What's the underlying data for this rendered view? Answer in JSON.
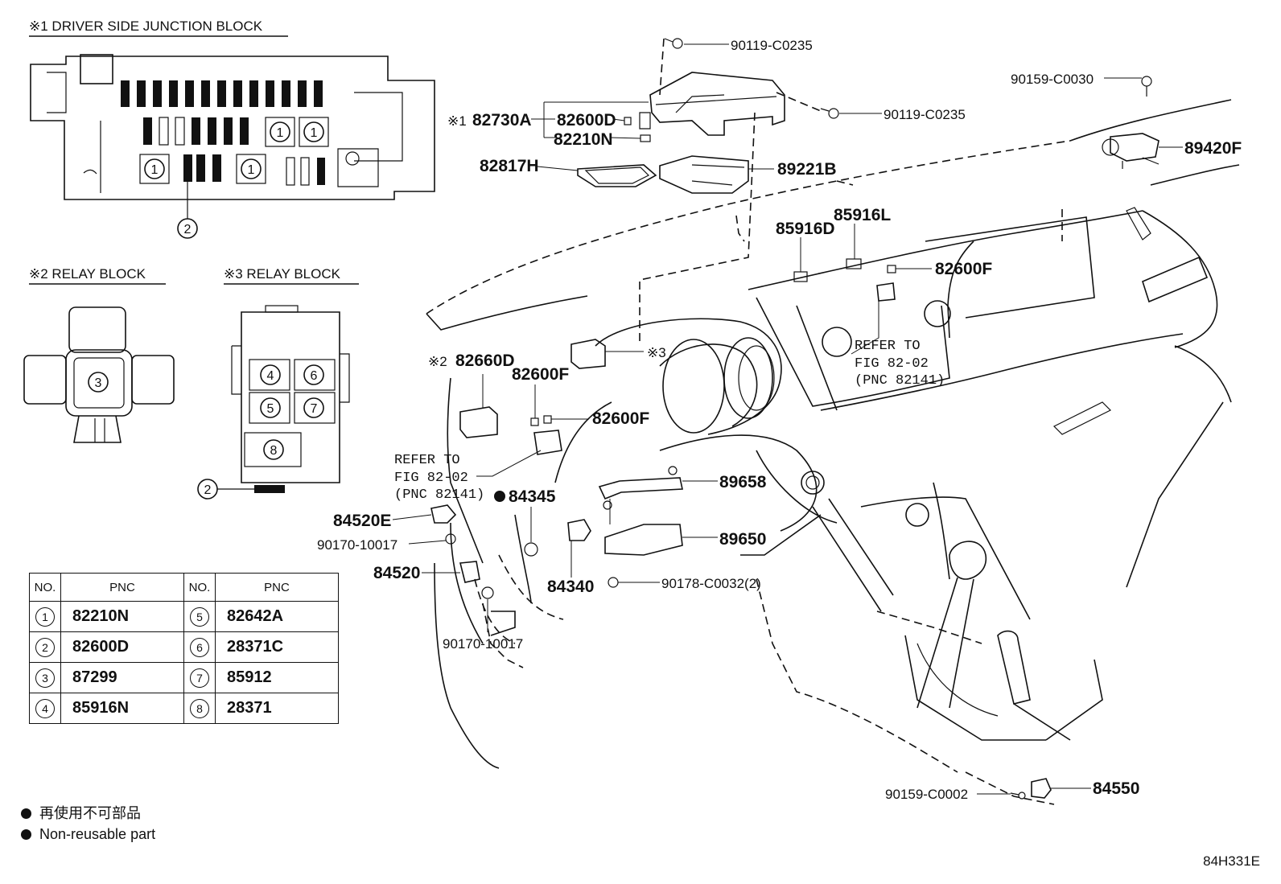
{
  "sections": {
    "junction_block": "※1 DRIVER SIDE JUNCTION BLOCK",
    "relay_block_2": "※2 RELAY BLOCK",
    "relay_block_3": "※3 RELAY BLOCK"
  },
  "markers": {
    "m1": "※1",
    "m2": "※2",
    "m3": "※3"
  },
  "callouts": {
    "c1": "1",
    "c2": "2",
    "c3": "3",
    "c4": "4",
    "c5": "5",
    "c6": "6",
    "c7": "7",
    "c8": "8"
  },
  "parts": {
    "p90119_top": "90119-C0235",
    "p90119_right": "90119-C0235",
    "p90159_c0030": "90159-C0030",
    "p82730a": "82730A",
    "p82600d": "82600D",
    "p82210n": "82210N",
    "p89420f": "89420F",
    "p82817h": "82817H",
    "p89221b": "89221B",
    "p85916l": "85916L",
    "p85916d": "85916D",
    "p82600f_right": "82600F",
    "p82660d": "82660D",
    "p82600f_mid_top": "82600F",
    "p82600f_mid_right": "82600F",
    "p84345": "84345",
    "p89658": "89658",
    "p84520e": "84520E",
    "p89650": "89650",
    "p90170_a": "90170-10017",
    "p84520": "84520",
    "p84340": "84340",
    "p90178": "90178-C0032(2)",
    "p90170_b": "90170-10017",
    "p90159_c0002": "90159-C0002",
    "p84550": "84550"
  },
  "refer_left": {
    "l1": "REFER TO",
    "l2": "FIG 82-02",
    "l3": "(PNC 82141)"
  },
  "refer_right": {
    "l1": "REFER TO",
    "l2": "FIG 82-02",
    "l3": "(PNC 82141)"
  },
  "table": {
    "headers": [
      "NO.",
      "PNC",
      "NO.",
      "PNC"
    ],
    "rows": [
      {
        "no1": "1",
        "pnc1": "82210N",
        "no2": "5",
        "pnc2": "82642A"
      },
      {
        "no1": "2",
        "pnc1": "82600D",
        "no2": "6",
        "pnc2": "28371C"
      },
      {
        "no1": "3",
        "pnc1": "87299",
        "no2": "7",
        "pnc2": "85912"
      },
      {
        "no1": "4",
        "pnc1": "85916N",
        "no2": "8",
        "pnc2": "28371"
      }
    ]
  },
  "legend": {
    "jp": "再使用不可部品",
    "en": "Non-reusable part"
  },
  "figure_code": "84H331E"
}
